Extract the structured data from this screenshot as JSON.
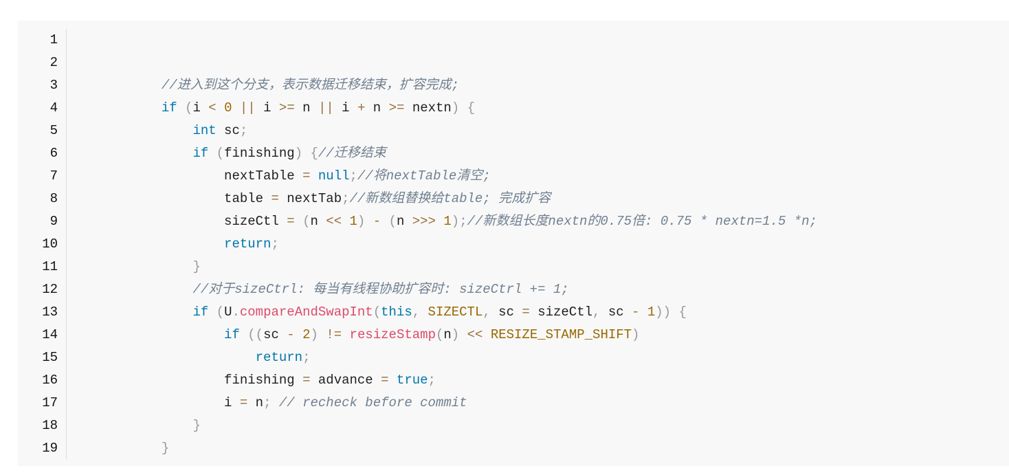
{
  "code": {
    "line_numbers": [
      "1",
      "2",
      "3",
      "4",
      "5",
      "6",
      "7",
      "8",
      "9",
      "10",
      "11",
      "12",
      "13",
      "14",
      "15",
      "16",
      "17",
      "18",
      "19"
    ],
    "lines": [
      [],
      [],
      [
        {
          "t": "            "
        },
        {
          "t": "//进入到这个分支，表示数据迁移结束，扩容完成;",
          "c": "cm"
        }
      ],
      [
        {
          "t": "            "
        },
        {
          "t": "if",
          "c": "kw"
        },
        {
          "t": " "
        },
        {
          "t": "(",
          "c": "pu"
        },
        {
          "t": "i "
        },
        {
          "t": "<",
          "c": "op"
        },
        {
          "t": " "
        },
        {
          "t": "0",
          "c": "num"
        },
        {
          "t": " "
        },
        {
          "t": "||",
          "c": "op"
        },
        {
          "t": " i "
        },
        {
          "t": ">=",
          "c": "op"
        },
        {
          "t": " n "
        },
        {
          "t": "||",
          "c": "op"
        },
        {
          "t": " i "
        },
        {
          "t": "+",
          "c": "op"
        },
        {
          "t": " n "
        },
        {
          "t": ">=",
          "c": "op"
        },
        {
          "t": " nextn"
        },
        {
          "t": ")",
          "c": "pu"
        },
        {
          "t": " "
        },
        {
          "t": "{",
          "c": "pu"
        }
      ],
      [
        {
          "t": "                "
        },
        {
          "t": "int",
          "c": "kw"
        },
        {
          "t": " sc"
        },
        {
          "t": ";",
          "c": "pu"
        }
      ],
      [
        {
          "t": "                "
        },
        {
          "t": "if",
          "c": "kw"
        },
        {
          "t": " "
        },
        {
          "t": "(",
          "c": "pu"
        },
        {
          "t": "finishing"
        },
        {
          "t": ")",
          "c": "pu"
        },
        {
          "t": " "
        },
        {
          "t": "{",
          "c": "pu"
        },
        {
          "t": "//迁移结束",
          "c": "cm"
        }
      ],
      [
        {
          "t": "                    "
        },
        {
          "t": "nextTable "
        },
        {
          "t": "=",
          "c": "op"
        },
        {
          "t": " "
        },
        {
          "t": "null",
          "c": "kw"
        },
        {
          "t": ";",
          "c": "pu"
        },
        {
          "t": "//将nextTable清空;",
          "c": "cm"
        }
      ],
      [
        {
          "t": "                    "
        },
        {
          "t": "table "
        },
        {
          "t": "=",
          "c": "op"
        },
        {
          "t": " nextTab"
        },
        {
          "t": ";",
          "c": "pu"
        },
        {
          "t": "//新数组替换给table; 完成扩容",
          "c": "cm"
        }
      ],
      [
        {
          "t": "                    "
        },
        {
          "t": "sizeCtl "
        },
        {
          "t": "=",
          "c": "op"
        },
        {
          "t": " "
        },
        {
          "t": "(",
          "c": "pu"
        },
        {
          "t": "n "
        },
        {
          "t": "<<",
          "c": "op"
        },
        {
          "t": " "
        },
        {
          "t": "1",
          "c": "num"
        },
        {
          "t": ")",
          "c": "pu"
        },
        {
          "t": " "
        },
        {
          "t": "-",
          "c": "op"
        },
        {
          "t": " "
        },
        {
          "t": "(",
          "c": "pu"
        },
        {
          "t": "n "
        },
        {
          "t": ">>>",
          "c": "op"
        },
        {
          "t": " "
        },
        {
          "t": "1",
          "c": "num"
        },
        {
          "t": ")",
          "c": "pu"
        },
        {
          "t": ";",
          "c": "pu"
        },
        {
          "t": "//新数组长度nextn的0.75倍: 0.75 * nextn=1.5 *n;",
          "c": "cm"
        }
      ],
      [
        {
          "t": "                    "
        },
        {
          "t": "return",
          "c": "kw"
        },
        {
          "t": ";",
          "c": "pu"
        }
      ],
      [
        {
          "t": "                "
        },
        {
          "t": "}",
          "c": "pu"
        }
      ],
      [
        {
          "t": "                "
        },
        {
          "t": "//对于sizeCtrl: 每当有线程协助扩容时: sizeCtrl += 1;",
          "c": "cm"
        }
      ],
      [
        {
          "t": "                "
        },
        {
          "t": "if",
          "c": "kw"
        },
        {
          "t": " "
        },
        {
          "t": "(",
          "c": "pu"
        },
        {
          "t": "U"
        },
        {
          "t": ".",
          "c": "pu"
        },
        {
          "t": "compareAndSwapInt",
          "c": "fn"
        },
        {
          "t": "(",
          "c": "pu"
        },
        {
          "t": "this",
          "c": "kw"
        },
        {
          "t": ",",
          "c": "pu"
        },
        {
          "t": " "
        },
        {
          "t": "SIZECTL",
          "c": "const"
        },
        {
          "t": ",",
          "c": "pu"
        },
        {
          "t": " sc "
        },
        {
          "t": "=",
          "c": "op"
        },
        {
          "t": " sizeCtl"
        },
        {
          "t": ",",
          "c": "pu"
        },
        {
          "t": " sc "
        },
        {
          "t": "-",
          "c": "op"
        },
        {
          "t": " "
        },
        {
          "t": "1",
          "c": "num"
        },
        {
          "t": "))",
          "c": "pu"
        },
        {
          "t": " "
        },
        {
          "t": "{",
          "c": "pu"
        }
      ],
      [
        {
          "t": "                    "
        },
        {
          "t": "if",
          "c": "kw"
        },
        {
          "t": " "
        },
        {
          "t": "((",
          "c": "pu"
        },
        {
          "t": "sc "
        },
        {
          "t": "-",
          "c": "op"
        },
        {
          "t": " "
        },
        {
          "t": "2",
          "c": "num"
        },
        {
          "t": ")",
          "c": "pu"
        },
        {
          "t": " "
        },
        {
          "t": "!=",
          "c": "op"
        },
        {
          "t": " "
        },
        {
          "t": "resizeStamp",
          "c": "fn"
        },
        {
          "t": "(",
          "c": "pu"
        },
        {
          "t": "n"
        },
        {
          "t": ")",
          "c": "pu"
        },
        {
          "t": " "
        },
        {
          "t": "<<",
          "c": "op"
        },
        {
          "t": " "
        },
        {
          "t": "RESIZE_STAMP_SHIFT",
          "c": "const"
        },
        {
          "t": ")",
          "c": "pu"
        }
      ],
      [
        {
          "t": "                        "
        },
        {
          "t": "return",
          "c": "kw"
        },
        {
          "t": ";",
          "c": "pu"
        }
      ],
      [
        {
          "t": "                    "
        },
        {
          "t": "finishing "
        },
        {
          "t": "=",
          "c": "op"
        },
        {
          "t": " advance "
        },
        {
          "t": "=",
          "c": "op"
        },
        {
          "t": " "
        },
        {
          "t": "true",
          "c": "kw"
        },
        {
          "t": ";",
          "c": "pu"
        }
      ],
      [
        {
          "t": "                    "
        },
        {
          "t": "i "
        },
        {
          "t": "=",
          "c": "op"
        },
        {
          "t": " n"
        },
        {
          "t": ";",
          "c": "pu"
        },
        {
          "t": " "
        },
        {
          "t": "// recheck before commit",
          "c": "cm"
        }
      ],
      [
        {
          "t": "                "
        },
        {
          "t": "}",
          "c": "pu"
        }
      ],
      [
        {
          "t": "            "
        },
        {
          "t": "}",
          "c": "pu"
        }
      ]
    ]
  }
}
